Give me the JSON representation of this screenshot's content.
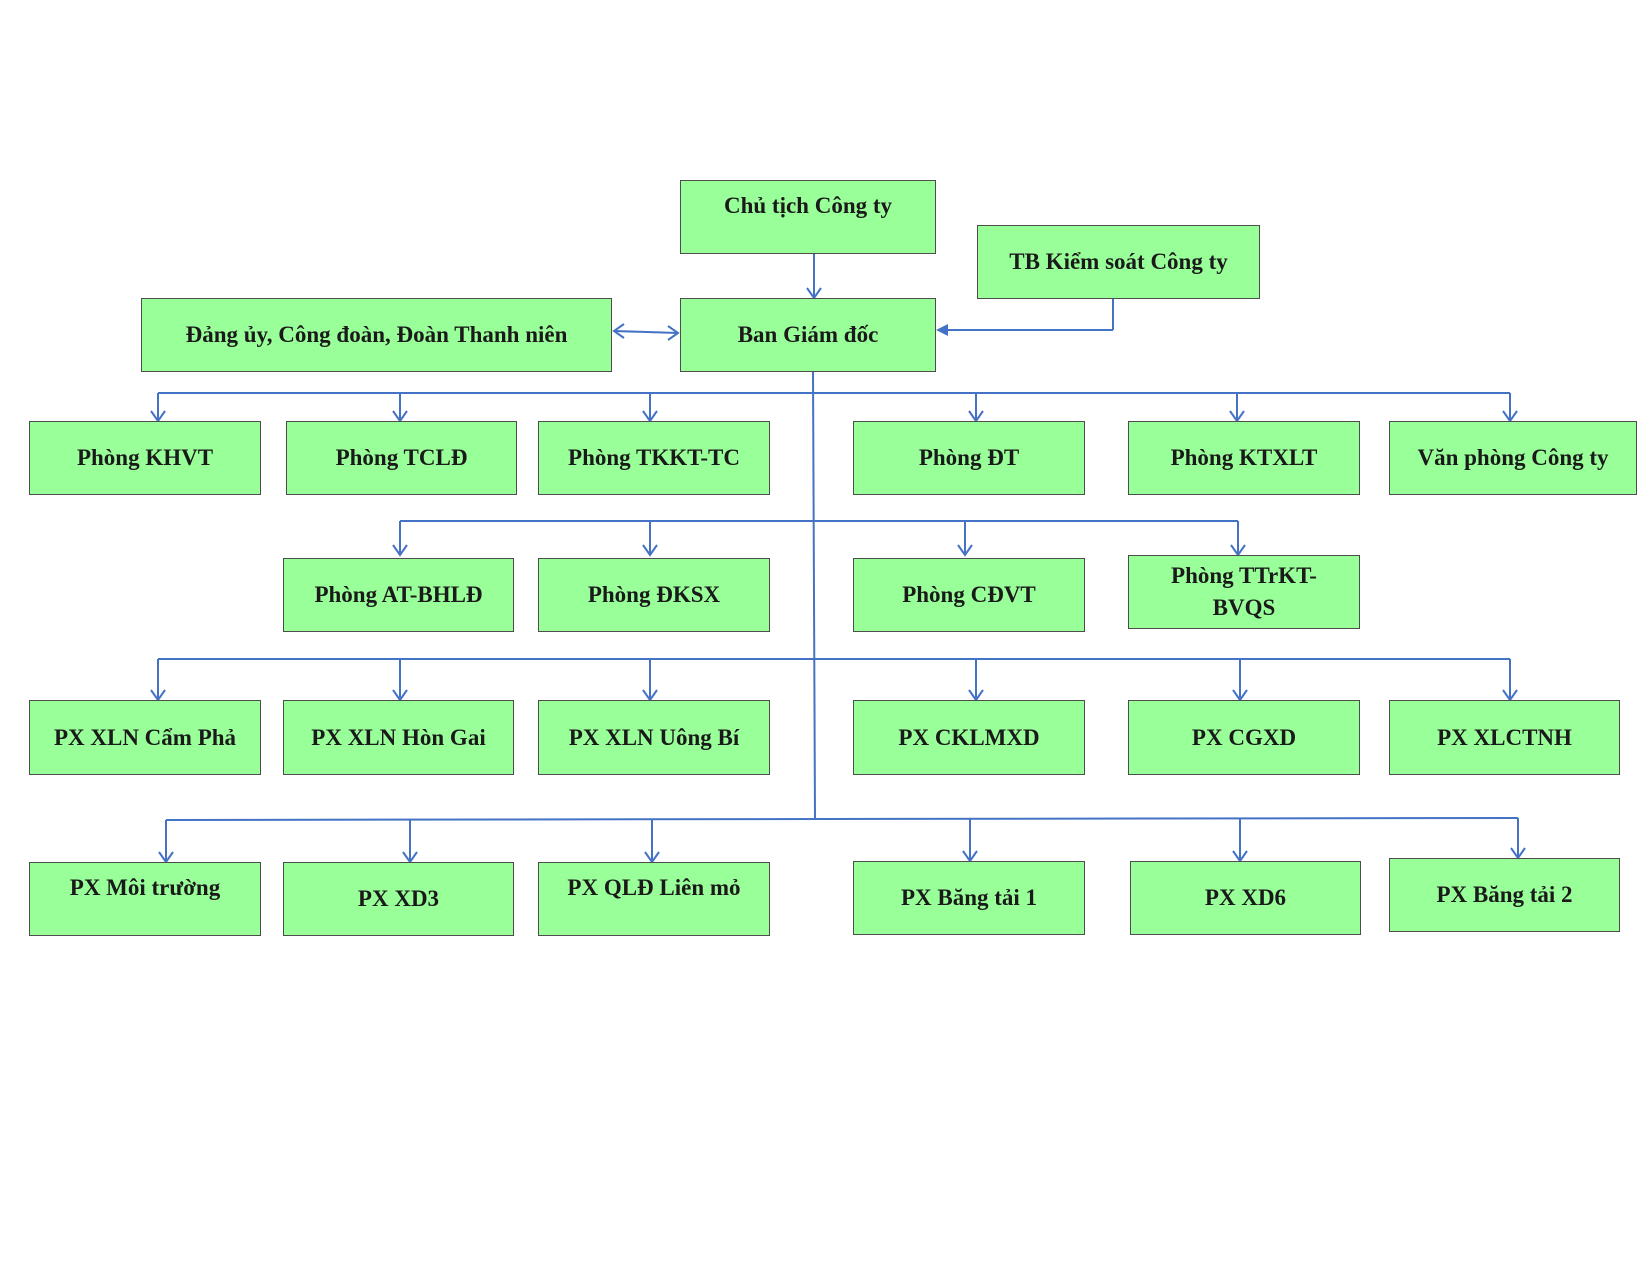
{
  "diagram": {
    "line_color": "#4472c4",
    "box_fill": "#99ff99",
    "box_border": "#4d4d4d",
    "nodes": {
      "chu_tich": "Chủ tịch Công ty",
      "tb_kiem_soat": "TB Kiểm soát Công ty",
      "dang_uy": "Đảng ủy, Công đoàn, Đoàn Thanh niên",
      "ban_giam_doc": "Ban Giám đốc",
      "phong_khvt": "Phòng KHVT",
      "phong_tcld": "Phòng TCLĐ",
      "phong_tkkt_tc": "Phòng TKKT-TC",
      "phong_dt": "Phòng ĐT",
      "phong_ktxlt": "Phòng KTXLT",
      "van_phong": "Văn phòng Công ty",
      "phong_at_bhld": "Phòng AT-BHLĐ",
      "phong_dksx": "Phòng ĐKSX",
      "phong_cdvt": "Phòng CĐVT",
      "phong_ttrkt_line1": "Phòng TTrKT-",
      "phong_ttrkt_line2": "BVQS",
      "px_xln_cam_pha": "PX XLN Cẩm Phả",
      "px_xln_hon_gai": "PX XLN Hòn Gai",
      "px_xln_uong_bi": "PX XLN Uông Bí",
      "px_cklmxd": "PX CKLMXD",
      "px_cgxd": "PX CGXD",
      "px_xlctnh": "PX XLCTNH",
      "px_moi_truong": "PX Môi trường",
      "px_xd3": "PX XD3",
      "px_qld_lien_mo": "PX QLĐ Liên mỏ",
      "px_bang_tai_1": "PX Băng tải 1",
      "px_xd6": "PX XD6",
      "px_bang_tai_2": "PX Băng tải 2"
    }
  }
}
